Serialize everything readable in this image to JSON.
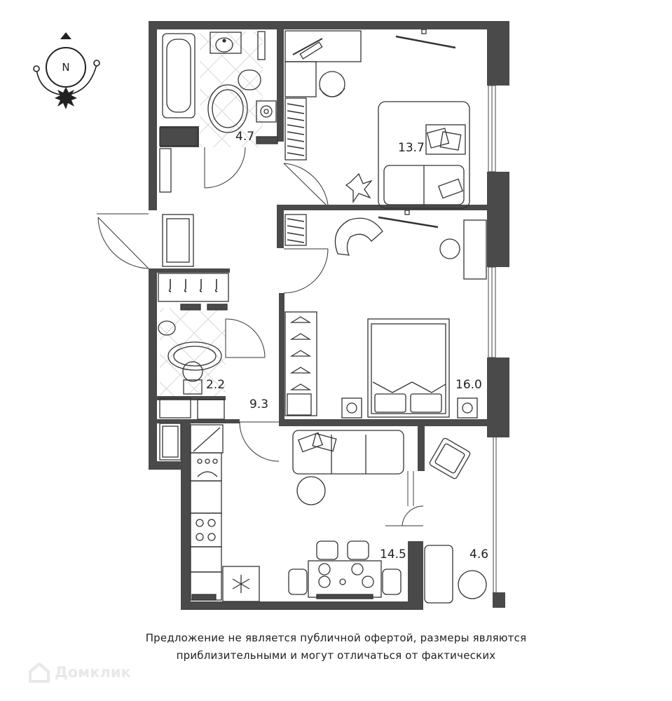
{
  "compass": {
    "letter": "N"
  },
  "rooms": [
    {
      "id": "bathroom",
      "area": "4.7"
    },
    {
      "id": "bedroom-1",
      "area": "13.7"
    },
    {
      "id": "bedroom-2",
      "area": "16.0"
    },
    {
      "id": "toilet",
      "area": "2.2"
    },
    {
      "id": "hallway",
      "area": "9.3"
    },
    {
      "id": "kitchen-living",
      "area": "14.5"
    },
    {
      "id": "balcony",
      "area": "4.6"
    }
  ],
  "disclaimer": {
    "line1": "Предложение не является публичной офертой, размеры являются",
    "line2": "приблизительными и могут отличаться от фактических"
  },
  "brand": {
    "name": "Домклик"
  },
  "colors": {
    "wall": "#4a4a4a",
    "furniture": "#333333",
    "tile": "#e6e6e6",
    "watermark": "#e8e8e8"
  }
}
